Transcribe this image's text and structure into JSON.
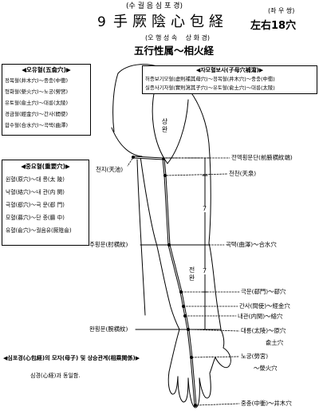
{
  "header": {
    "subtitle_korean": "(수 궐 음 심 포 경)",
    "number": "9",
    "title": "手厥陰心包経",
    "count_korean": "(좌 우 쌍)",
    "count": "左右18穴",
    "element_korean": "(오 행 성 속　 상 화 경)",
    "element": "五行性属～相火経"
  },
  "five_shu": {
    "title": "◀오유혈(五兪穴)▶",
    "items": [
      "정목혈(井木穴)～중충(中衝)",
      "형화혈(滎火穴)～노궁(勞宮)",
      "유토혈(兪土穴)～대릉(太陵)",
      "경금혈(經金穴)～간사(間使)",
      "합수혈(合水穴)～곡택(曲澤)"
    ]
  },
  "mother_child": {
    "title": "◀자모혈보사(子母穴補瀉)▶",
    "items": [
      "허증보기모혈(虛則補其母穴)～정목혈(井木穴)～중충(中衝)",
      "실증사기자혈(實則瀉其子穴)～유토혈(兪土穴)～대릉(太陵)"
    ]
  },
  "important": {
    "title": "◀중요혈(重要穴)▶",
    "items": [
      "원혈(原穴)～대 릉(太 陵)",
      "낙혈(絡穴)～내 관(内 関)",
      "극혈(郄穴)～극 문(郄 門)",
      "모혈(募穴)～단 중(膻 中)",
      "유혈(兪穴)～궐음유(厥陰兪)"
    ]
  },
  "diagram": {
    "labels": {
      "tianchi": "천지(天池)",
      "axillary_fold": "전액횡문단(前腋横紋端)",
      "tianquan": "천천(天泉)",
      "elbow_crease": "주횡문(肘横紋)",
      "quze": "곡택(曲澤)～合水穴",
      "ximen": "극문(郄門)～郄穴",
      "jianshi": "간사(間使)～經金穴",
      "neiguan": "내관(内関)～絡穴",
      "daling": "대릉(太陵)～原穴",
      "daling_extra": "兪土穴",
      "wrist_crease": "완횡문(腕横紋)",
      "laogong": "노궁(勞宮)",
      "laogong_extra": "～滎火穴",
      "zhongchong": "중충(中衝)～井木穴",
      "upper_arm": "상완",
      "forearm": "전완"
    },
    "measures": [
      "7",
      "7"
    ]
  },
  "footer": {
    "title": "◀심포경(心包経)의 모자(母子) 및 상승관계(相乘関係)▶",
    "note": "심경(心経)과 동일함."
  }
}
